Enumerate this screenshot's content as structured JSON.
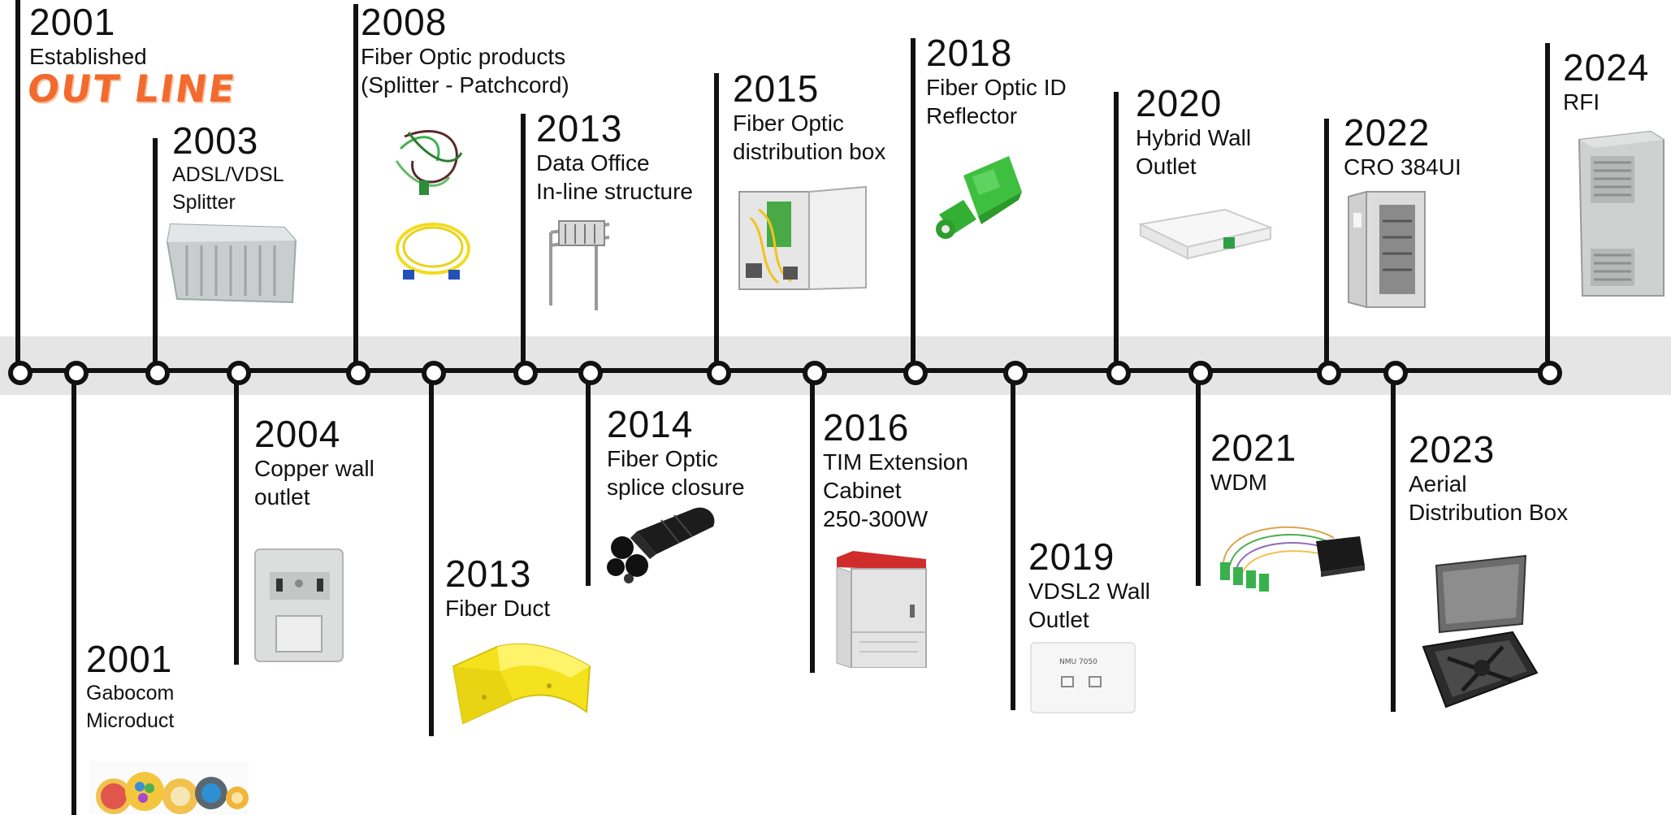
{
  "colors": {
    "band": "#e5e5e5",
    "axis": "#111111",
    "logo": "#f26a2e"
  },
  "events": [
    {
      "id": "e2001a",
      "year": "2001",
      "lines": [
        "Established"
      ],
      "image": "outline-logo",
      "logo_text": "OUT LINE"
    },
    {
      "id": "e2001b",
      "year": "2001",
      "lines": [
        "Gabocom",
        "Microduct"
      ],
      "image": "microduct-bundle-icon"
    },
    {
      "id": "e2003",
      "year": "2003",
      "lines": [
        "ADSL/VDSL",
        "Splitter"
      ],
      "image": "splitter-chassis-icon"
    },
    {
      "id": "e2004",
      "year": "2004",
      "lines": [
        "Copper wall",
        "outlet"
      ],
      "image": "wall-outlet-icon"
    },
    {
      "id": "e2008",
      "year": "2008",
      "lines": [
        "Fiber Optic products",
        "(Splitter - Patchcord)"
      ],
      "image": "fiber-patchcord-icon"
    },
    {
      "id": "e2013b",
      "year": "2013",
      "lines": [
        "Fiber Duct"
      ],
      "image": "fiber-duct-icon"
    },
    {
      "id": "e2013a",
      "year": "2013",
      "lines": [
        "Data Office",
        "In-line structure"
      ],
      "image": "inline-structure-icon"
    },
    {
      "id": "e2014",
      "year": "2014",
      "lines": [
        "Fiber Optic",
        "splice closure"
      ],
      "image": "splice-closure-icon"
    },
    {
      "id": "e2015",
      "year": "2015",
      "lines": [
        "Fiber Optic",
        "distribution box"
      ],
      "image": "distribution-box-icon"
    },
    {
      "id": "e2016",
      "year": "2016",
      "lines": [
        "TIM Extension",
        "Cabinet",
        "250-300W"
      ],
      "image": "extension-cabinet-icon"
    },
    {
      "id": "e2018",
      "year": "2018",
      "lines": [
        "Fiber Optic ID",
        "Reflector"
      ],
      "image": "id-reflector-icon"
    },
    {
      "id": "e2019",
      "year": "2019",
      "lines": [
        "VDSL2 Wall",
        "Outlet"
      ],
      "image": "vdsl2-outlet-icon",
      "device_text": "NMU 7050"
    },
    {
      "id": "e2020",
      "year": "2020",
      "lines": [
        "Hybrid Wall",
        "Outlet"
      ],
      "image": "hybrid-outlet-icon"
    },
    {
      "id": "e2021",
      "year": "2021",
      "lines": [
        "WDM"
      ],
      "image": "wdm-module-icon"
    },
    {
      "id": "e2022",
      "year": "2022",
      "lines": [
        "CRO 384UI"
      ],
      "image": "cro-cabinet-icon"
    },
    {
      "id": "e2023",
      "year": "2023",
      "lines": [
        "Aerial",
        "Distribution Box"
      ],
      "image": "aerial-box-icon"
    },
    {
      "id": "e2024",
      "year": "2024",
      "lines": [
        "RFI"
      ],
      "image": "rfi-cabinet-icon"
    }
  ]
}
